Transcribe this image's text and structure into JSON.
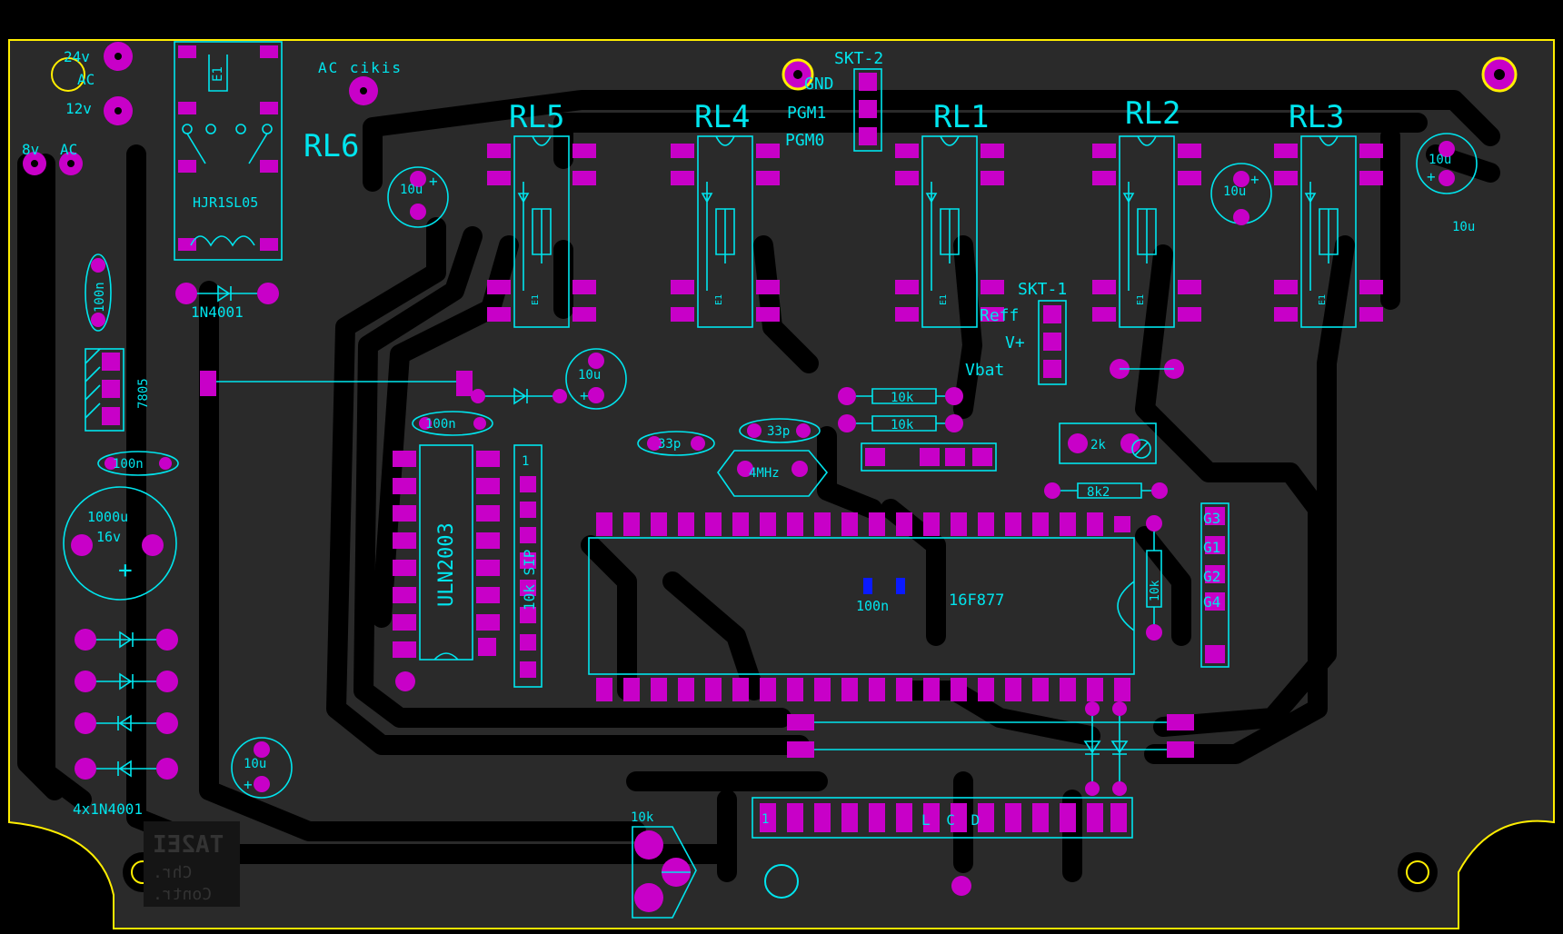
{
  "board": {
    "colors": {
      "background": "#000000",
      "copper": "#2a2a2a",
      "pad": "#c800c8",
      "silkscreen": "#00e5ee",
      "outline": "#ffee00",
      "smd": "#0a1aff"
    },
    "relays": [
      "RL5",
      "RL4",
      "RL1",
      "RL2",
      "RL3"
    ],
    "relay_coil_mark": "E1",
    "rl6": {
      "label": "RL6",
      "part": "HJR1SL05",
      "coil_mark": "E1"
    },
    "power": {
      "v24": "24v",
      "ac1": "AC",
      "v12": "12v",
      "v8": "8v",
      "ac2": "AC",
      "ac_out": "AC cikis"
    },
    "skt2": {
      "title": "SKT-2",
      "pins": [
        "GND",
        "PGM1",
        "PGM0"
      ]
    },
    "skt1": {
      "title": "SKT-1",
      "pins": [
        "Reff",
        "V+",
        "Vbat"
      ]
    },
    "caps": {
      "c10u": "10u",
      "c100n": "100n",
      "c1000u": "1000u",
      "c1000u_v": "16v",
      "c33p": "33p"
    },
    "diode": "1N4001",
    "regulator": "7805",
    "bridge": "4x1N4001",
    "crystal": "4MHz",
    "resistors": {
      "r10k": "10k",
      "r2k": "2k",
      "r8k2": "8k2",
      "sip": "10k SIP"
    },
    "ics": {
      "driver": "ULN2003",
      "mcu": "16F877",
      "decoupling": "100n"
    },
    "sip_pin1": "1",
    "g_pins": [
      "G3",
      "G1",
      "G2",
      "G4"
    ],
    "lcd": {
      "pin1": "1",
      "label": "L C D"
    },
    "pot": "10k",
    "logo": {
      "line1": "TA2EI",
      "line2": "Chr.",
      "line3": "Contr."
    }
  }
}
